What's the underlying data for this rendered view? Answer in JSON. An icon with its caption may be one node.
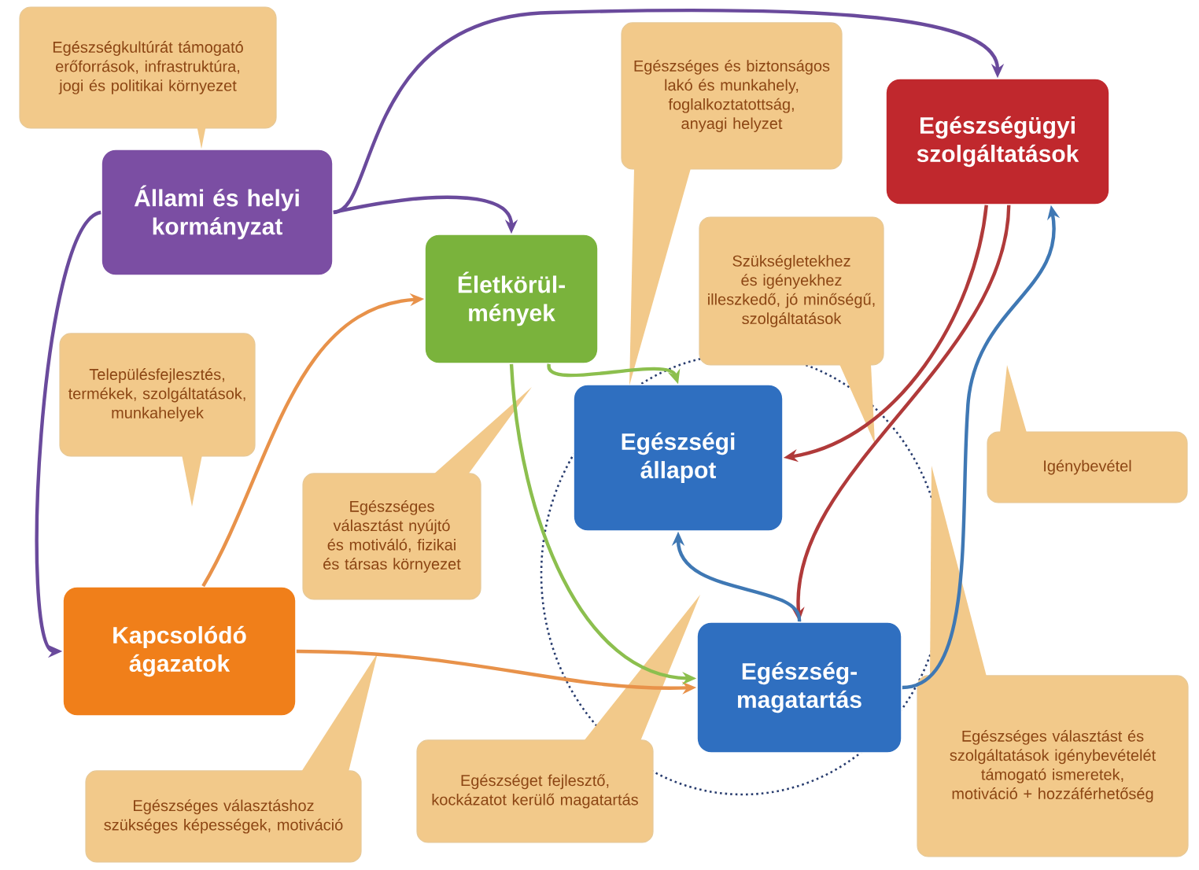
{
  "diagram": {
    "nodes": [
      {
        "text": [
          "Egészségkultúrát támogató erőforrások, infrastruktúra, jogi és politikai környezet"
        ]
      },
      {
        "text": [
          "Egészséges és biztonságos lakó és munkahely, foglalkoztatottság, anyagi helyzet"
        ]
      },
      {
        "text": [
          "Egészségügyi szolgáltatások"
        ]
      },
      {
        "text": [
          "Állami és helyi kormányzat"
        ]
      },
      {
        "text": [
          "Életkörül-mények"
        ]
      },
      {
        "text": [
          "Szükségletekhez és igényekhez illeszkedő, jó minőségű, szolgáltatások"
        ]
      },
      {
        "text": [
          "Településfejlesztés, termékek, szolgáltatások, munkahelyek"
        ]
      },
      {
        "text": [
          "Egészségi állapot"
        ]
      },
      {
        "text": [
          "Igénybevétel"
        ]
      },
      {
        "text": [
          "Egészséges választást nyújtó és motiváló, fizikai és társas környezet"
        ]
      },
      {
        "text": [
          "Kapcsolódó ágazatok"
        ]
      },
      {
        "text": [
          "Egészség-magatartás"
        ]
      },
      {
        "text": [
          "Egészséget fejlesztő, kockázatot kerülő magatartás"
        ]
      },
      {
        "text": [
          "Egészséges választást és szolgáltatások igénybevételét támogató ismeretek, motiváció + hozzáférhetőség"
        ]
      },
      {
        "text": [
          "Egészséges választáshoz szükséges képességek, motiváció"
        ]
      }
    ],
    "edges": [
      {
        "from": 3,
        "to": 2,
        "arrow": "to",
        "color": "#6a4a9c"
      },
      {
        "from": 3,
        "to": 4,
        "arrow": "to",
        "color": "#6a4a9c"
      },
      {
        "from": 3,
        "to": 10,
        "arrow": "to",
        "color": "#6a4a9c"
      },
      {
        "from": 10,
        "to": 4,
        "arrow": "to",
        "color": "#e8924a"
      },
      {
        "from": 10,
        "to": 11,
        "arrow": "to",
        "color": "#e8924a"
      },
      {
        "from": 4,
        "to": 7,
        "arrow": "to",
        "color": "#8cbf4e"
      },
      {
        "from": 4,
        "to": 11,
        "arrow": "to",
        "color": "#8cbf4e"
      },
      {
        "from": 2,
        "to": 7,
        "arrow": "to",
        "color": "#b03a3a"
      },
      {
        "from": 2,
        "to": 11,
        "arrow": "to",
        "color": "#b03a3a"
      },
      {
        "from": 11,
        "to": 7,
        "arrow": "to",
        "color": "#3f78b4"
      },
      {
        "from": 11,
        "to": 2,
        "arrow": "to",
        "color": "#3f78b4"
      },
      {
        "from": 0,
        "to": 3,
        "arrow": "to"
      },
      {
        "from": 1,
        "to": null,
        "arrow": "to"
      },
      {
        "from": 5,
        "to": null,
        "arrow": "to"
      },
      {
        "from": 6,
        "to": null,
        "arrow": "to"
      },
      {
        "from": 8,
        "to": null,
        "arrow": "to"
      },
      {
        "from": 9,
        "to": null,
        "arrow": "to"
      },
      {
        "from": 12,
        "to": null,
        "arrow": "to"
      },
      {
        "from": 13,
        "to": null,
        "arrow": "to"
      },
      {
        "from": 14,
        "to": null,
        "arrow": "to"
      }
    ]
  }
}
